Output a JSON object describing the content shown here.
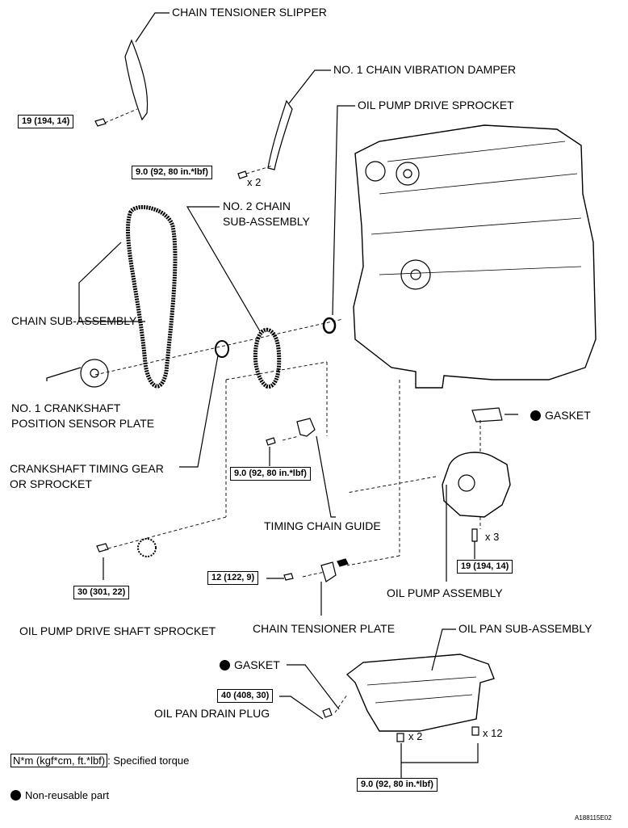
{
  "labels": {
    "chain_tensioner_slipper": "CHAIN TENSIONER SLIPPER",
    "no1_chain_vibration_damper": "NO. 1 CHAIN VIBRATION DAMPER",
    "oil_pump_drive_sprocket": "OIL PUMP DRIVE SPROCKET",
    "no2_chain_line1": "NO. 2 CHAIN",
    "no2_chain_line2": "SUB-ASSEMBLY",
    "chain_sub_assembly": "CHAIN SUB-ASSEMBLY",
    "crank_sensor_line1": "NO. 1 CRANKSHAFT",
    "crank_sensor_line2": "POSITION SENSOR PLATE",
    "crank_gear_line1": "CRANKSHAFT TIMING GEAR",
    "crank_gear_line2": "OR SPROCKET",
    "timing_chain_guide": "TIMING CHAIN GUIDE",
    "gasket_top": "GASKET",
    "oil_pump_assembly": "OIL PUMP ASSEMBLY",
    "oil_pump_drive_shaft_sprocket": "OIL PUMP DRIVE SHAFT SPROCKET",
    "chain_tensioner_plate": "CHAIN TENSIONER PLATE",
    "oil_pan_sub_assembly": "OIL PAN SUB-ASSEMBLY",
    "gasket_bottom": "GASKET",
    "oil_pan_drain_plug": "OIL PAN DRAIN PLUG"
  },
  "torques": {
    "slipper": "19 (194, 14)",
    "damper": "9.0 (92, 80 in.*lbf)",
    "guide": "9.0 (92, 80 in.*lbf)",
    "oil_pump": "19 (194, 14)",
    "tensioner_plate": "12 (122, 9)",
    "drive_shaft_sprocket": "30 (301, 22)",
    "drain_plug": "40 (408, 30)",
    "oil_pan": "9.0 (92, 80 in.*lbf)"
  },
  "multipliers": {
    "damper": "x 2",
    "oil_pump": "x 3",
    "oil_pan_a": "x 2",
    "oil_pan_b": "x 12"
  },
  "legend": {
    "torque_unit": "N*m (kgf*cm, ft.*lbf)",
    "torque_desc": ": Specified torque",
    "non_reusable": "Non-reusable part"
  },
  "reference_code": "A188115E02"
}
